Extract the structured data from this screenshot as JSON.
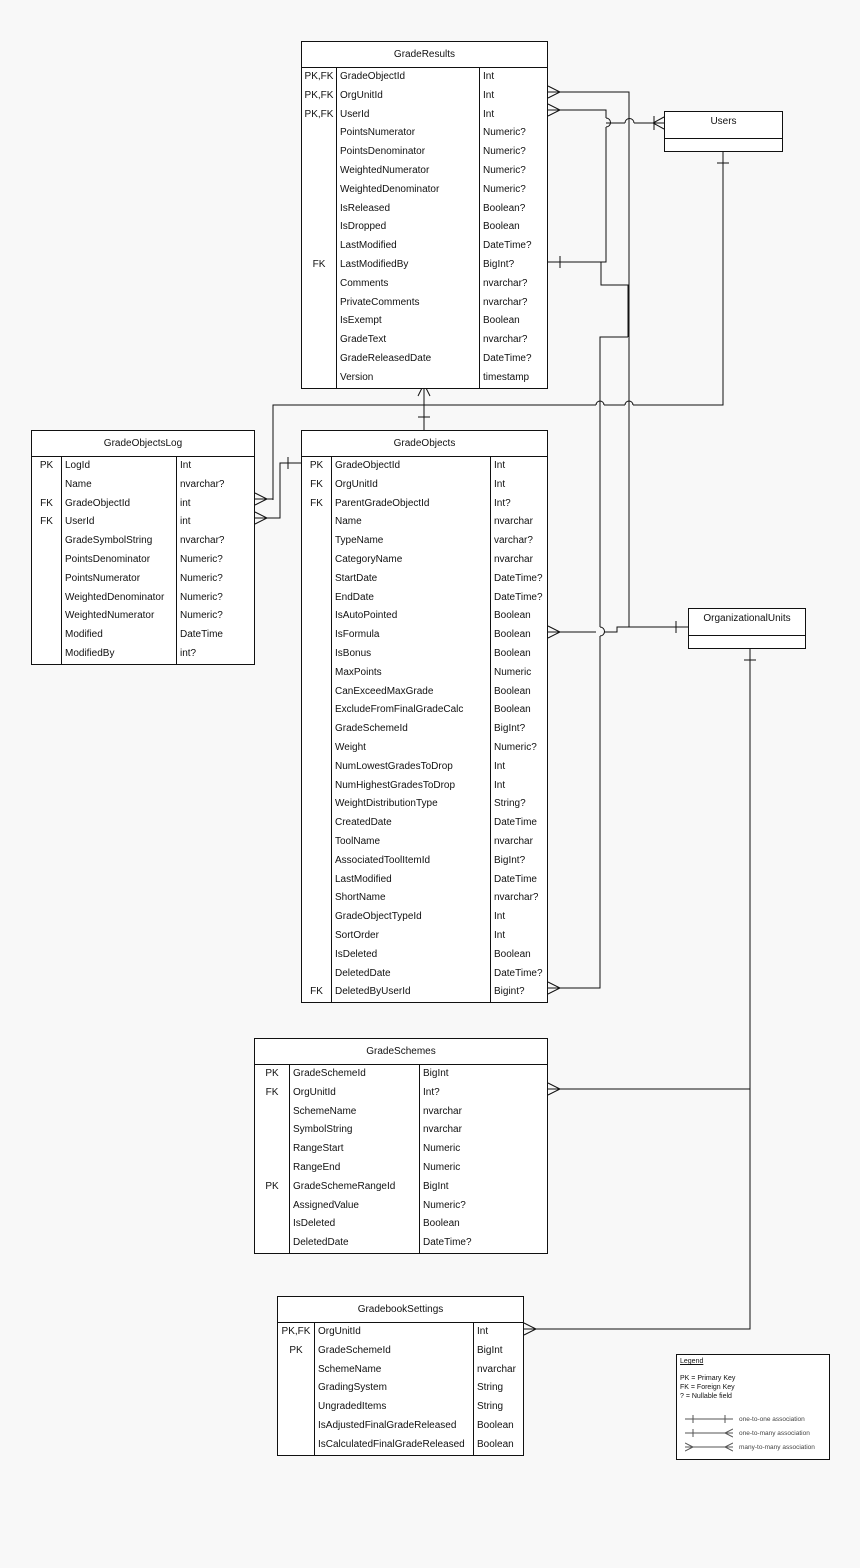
{
  "entities": {
    "gradeResults": {
      "title": "GradeResults",
      "rows": [
        {
          "key": "PK,FK",
          "name": "GradeObjectId",
          "type": "Int"
        },
        {
          "key": "PK,FK",
          "name": "OrgUnitId",
          "type": "Int"
        },
        {
          "key": "PK,FK",
          "name": "UserId",
          "type": "Int"
        },
        {
          "key": "",
          "name": "PointsNumerator",
          "type": "Numeric?"
        },
        {
          "key": "",
          "name": "PointsDenominator",
          "type": "Numeric?"
        },
        {
          "key": "",
          "name": "WeightedNumerator",
          "type": "Numeric?"
        },
        {
          "key": "",
          "name": "WeightedDenominator",
          "type": "Numeric?"
        },
        {
          "key": "",
          "name": "IsReleased",
          "type": "Boolean?"
        },
        {
          "key": "",
          "name": "IsDropped",
          "type": "Boolean"
        },
        {
          "key": "",
          "name": "LastModified",
          "type": "DateTime?"
        },
        {
          "key": "FK",
          "name": "LastModifiedBy",
          "type": "BigInt?"
        },
        {
          "key": "",
          "name": "Comments",
          "type": "nvarchar?"
        },
        {
          "key": "",
          "name": "PrivateComments",
          "type": "nvarchar?"
        },
        {
          "key": "",
          "name": "IsExempt",
          "type": "Boolean"
        },
        {
          "key": "",
          "name": "GradeText",
          "type": "nvarchar?"
        },
        {
          "key": "",
          "name": "GradeReleasedDate",
          "type": "DateTime?"
        },
        {
          "key": "",
          "name": "Version",
          "type": "timestamp"
        }
      ]
    },
    "users": {
      "title": "Users"
    },
    "gradeObjectsLog": {
      "title": "GradeObjectsLog",
      "rows": [
        {
          "key": "PK",
          "name": "LogId",
          "type": "Int"
        },
        {
          "key": "",
          "name": "Name",
          "type": "nvarchar?"
        },
        {
          "key": "FK",
          "name": "GradeObjectId",
          "type": "int"
        },
        {
          "key": "FK",
          "name": "UserId",
          "type": "int"
        },
        {
          "key": "",
          "name": "GradeSymbolString",
          "type": "nvarchar?"
        },
        {
          "key": "",
          "name": "PointsDenominator",
          "type": "Numeric?"
        },
        {
          "key": "",
          "name": "PointsNumerator",
          "type": "Numeric?"
        },
        {
          "key": "",
          "name": "WeightedDenominator",
          "type": "Numeric?"
        },
        {
          "key": "",
          "name": "WeightedNumerator",
          "type": "Numeric?"
        },
        {
          "key": "",
          "name": "Modified",
          "type": "DateTime"
        },
        {
          "key": "",
          "name": "ModifiedBy",
          "type": "int?"
        }
      ]
    },
    "gradeObjects": {
      "title": "GradeObjects",
      "rows": [
        {
          "key": "PK",
          "name": "GradeObjectId",
          "type": "Int"
        },
        {
          "key": "FK",
          "name": "OrgUnitId",
          "type": "Int"
        },
        {
          "key": "FK",
          "name": "ParentGradeObjectId",
          "type": "Int?"
        },
        {
          "key": "",
          "name": "Name",
          "type": "nvarchar"
        },
        {
          "key": "",
          "name": "TypeName",
          "type": "varchar?"
        },
        {
          "key": "",
          "name": "CategoryName",
          "type": "nvarchar"
        },
        {
          "key": "",
          "name": "StartDate",
          "type": "DateTime?"
        },
        {
          "key": "",
          "name": "EndDate",
          "type": "DateTime?"
        },
        {
          "key": "",
          "name": "IsAutoPointed",
          "type": "Boolean"
        },
        {
          "key": "",
          "name": "IsFormula",
          "type": "Boolean"
        },
        {
          "key": "",
          "name": "IsBonus",
          "type": "Boolean"
        },
        {
          "key": "",
          "name": "MaxPoints",
          "type": "Numeric"
        },
        {
          "key": "",
          "name": "CanExceedMaxGrade",
          "type": "Boolean"
        },
        {
          "key": "",
          "name": "ExcludeFromFinalGradeCalc",
          "type": "Boolean"
        },
        {
          "key": "",
          "name": "GradeSchemeId",
          "type": "BigInt?"
        },
        {
          "key": "",
          "name": "Weight",
          "type": "Numeric?"
        },
        {
          "key": "",
          "name": "NumLowestGradesToDrop",
          "type": "Int"
        },
        {
          "key": "",
          "name": "NumHighestGradesToDrop",
          "type": "Int"
        },
        {
          "key": "",
          "name": "WeightDistributionType",
          "type": "String?"
        },
        {
          "key": "",
          "name": "CreatedDate",
          "type": "DateTime"
        },
        {
          "key": "",
          "name": "ToolName",
          "type": "nvarchar"
        },
        {
          "key": "",
          "name": "AssociatedToolItemId",
          "type": "BigInt?"
        },
        {
          "key": "",
          "name": "LastModified",
          "type": "DateTime"
        },
        {
          "key": "",
          "name": "ShortName",
          "type": "nvarchar?"
        },
        {
          "key": "",
          "name": "GradeObjectTypeId",
          "type": "Int"
        },
        {
          "key": "",
          "name": "SortOrder",
          "type": "Int"
        },
        {
          "key": "",
          "name": "IsDeleted",
          "type": "Boolean"
        },
        {
          "key": "",
          "name": "DeletedDate",
          "type": "DateTime?"
        },
        {
          "key": "FK",
          "name": "DeletedByUserId",
          "type": "Bigint?"
        }
      ]
    },
    "organizationalUnits": {
      "title": "OrganizationalUnits"
    },
    "gradeSchemes": {
      "title": "GradeSchemes",
      "rows": [
        {
          "key": "PK",
          "name": "GradeSchemeId",
          "type": "BigInt"
        },
        {
          "key": "FK",
          "name": "OrgUnitId",
          "type": "Int?"
        },
        {
          "key": "",
          "name": "SchemeName",
          "type": "nvarchar"
        },
        {
          "key": "",
          "name": "SymbolString",
          "type": "nvarchar"
        },
        {
          "key": "",
          "name": "RangeStart",
          "type": "Numeric"
        },
        {
          "key": "",
          "name": "RangeEnd",
          "type": "Numeric"
        },
        {
          "key": "PK",
          "name": "GradeSchemeRangeId",
          "type": "BigInt"
        },
        {
          "key": "",
          "name": "AssignedValue",
          "type": "Numeric?"
        },
        {
          "key": "",
          "name": "IsDeleted",
          "type": "Boolean"
        },
        {
          "key": "",
          "name": "DeletedDate",
          "type": "DateTime?"
        }
      ]
    },
    "gradebookSettings": {
      "title": "GradebookSettings",
      "rows": [
        {
          "key": "PK,FK",
          "name": "OrgUnitId",
          "type": "Int"
        },
        {
          "key": "PK",
          "name": "GradeSchemeId",
          "type": "BigInt"
        },
        {
          "key": "",
          "name": "SchemeName",
          "type": "nvarchar"
        },
        {
          "key": "",
          "name": "GradingSystem",
          "type": "String"
        },
        {
          "key": "",
          "name": "UngradedItems",
          "type": "String"
        },
        {
          "key": "",
          "name": "IsAdjustedFinalGradeReleased",
          "type": "Boolean"
        },
        {
          "key": "",
          "name": "IsCalculatedFinalGradeReleased",
          "type": "Boolean"
        }
      ]
    }
  },
  "legend": {
    "title": "Legend",
    "lines": [
      "PK = Primary Key",
      "FK = Foreign Key",
      "? = Nullable field"
    ],
    "items": [
      "one-to-one association",
      "one-to-many association",
      "many-to-many association"
    ]
  }
}
